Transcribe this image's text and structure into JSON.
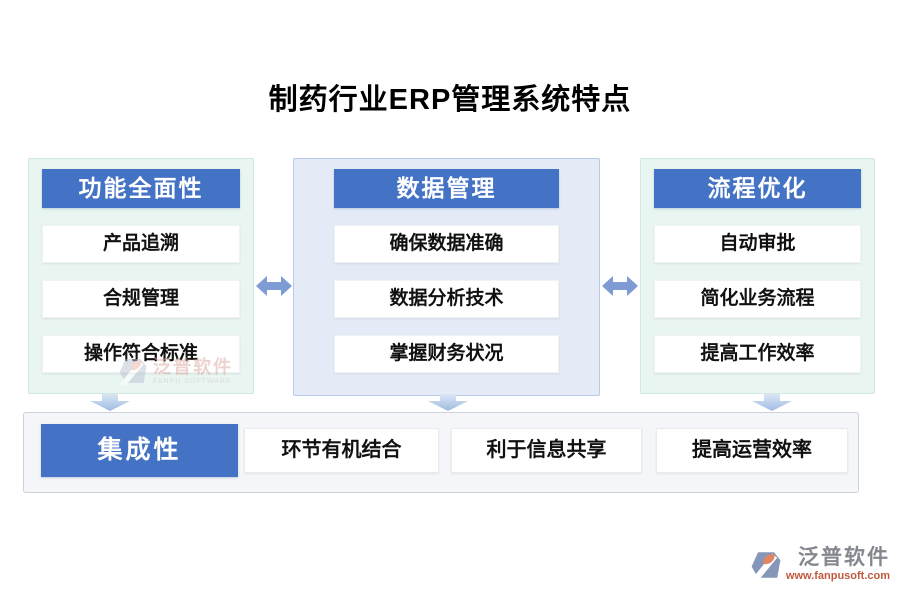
{
  "title": "制药行业ERP管理系统特点",
  "columns": [
    {
      "header": "功能全面性",
      "items": [
        "产品追溯",
        "合规管理",
        "操作符合标准"
      ]
    },
    {
      "header": "数据管理",
      "items": [
        "确保数据准确",
        "数据分析技术",
        "掌握财务状况"
      ]
    },
    {
      "header": "流程优化",
      "items": [
        "自动审批",
        "简化业务流程",
        "提高工作效率"
      ]
    }
  ],
  "bottom_row": {
    "header": "集成性",
    "items": [
      "环节有机结合",
      "利于信息共享",
      "提高运营效率"
    ]
  },
  "watermarks": {
    "center": {
      "brand": "泛普软件",
      "subtitle": "FANPU SOFTWARE"
    },
    "footer": {
      "brand": "泛普软件",
      "url": "www.fanpusoft.com"
    }
  },
  "colors": {
    "header_blue": "#4472c4",
    "column_mint_bg": "#e9f5f1",
    "column_blue_bg": "#e4ebf7",
    "bottom_band_bg": "#f4f6f9",
    "arrow_blue": "#7f9bd4",
    "watermark_url_orange": "#c05a3e"
  }
}
